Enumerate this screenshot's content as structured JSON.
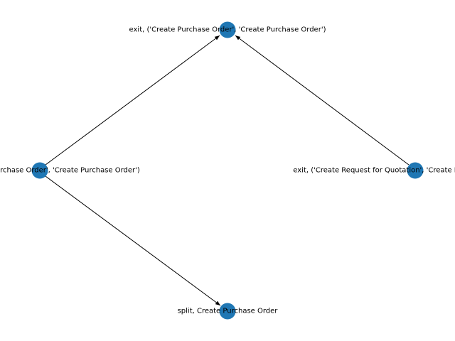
{
  "graph": {
    "node_color": "#1f77b4",
    "edge_color": "#000000",
    "nodes": [
      {
        "id": "top",
        "label": "exit, ('Create Purchase Order', 'Create Purchase Order')"
      },
      {
        "id": "left",
        "label": "start, ('Create Purchase Order', 'Create Purchase Order')"
      },
      {
        "id": "right",
        "label": "exit, ('Create Request for Quotation', 'Create Request for Quotation')"
      },
      {
        "id": "bottom",
        "label": "split, Create Purchase Order"
      }
    ],
    "edges": [
      {
        "from": "left",
        "to": "top"
      },
      {
        "from": "right",
        "to": "top"
      },
      {
        "from": "left",
        "to": "bottom"
      }
    ]
  }
}
